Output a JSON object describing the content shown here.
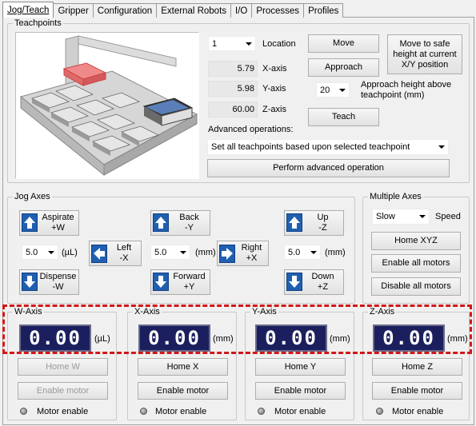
{
  "tabs": [
    "Jog/Teach",
    "Gripper",
    "Configuration",
    "External Robots",
    "I/O",
    "Processes",
    "Profiles"
  ],
  "active_tab": "Jog/Teach",
  "teachpoints": {
    "legend": "Teachpoints",
    "location_value": "1",
    "location_label": "Location",
    "x_value": "5.79",
    "x_label": "X-axis",
    "y_value": "5.98",
    "y_label": "Y-axis",
    "z_value": "60.00",
    "z_label": "Z-axis",
    "move_label": "Move",
    "approach_label": "Approach",
    "teach_label": "Teach",
    "safe_move_label": "Move to safe height at current X/Y position",
    "approach_height_value": "20",
    "approach_height_label": "Approach height above teachpoint (mm)",
    "advanced_label": "Advanced operations:",
    "advanced_selected": "Set all teachpoints based upon selected teachpoint",
    "perform_label": "Perform advanced operation"
  },
  "jog": {
    "legend": "Jog Axes",
    "aspirate": {
      "title": "Aspirate",
      "axis": "+W"
    },
    "dispense": {
      "title": "Dispense",
      "axis": "-W"
    },
    "back": {
      "title": "Back",
      "axis": "-Y"
    },
    "forward": {
      "title": "Forward",
      "axis": "+Y"
    },
    "left": {
      "title": "Left",
      "axis": "-X"
    },
    "right": {
      "title": "Right",
      "axis": "+X"
    },
    "up": {
      "title": "Up",
      "axis": "-Z"
    },
    "down": {
      "title": "Down",
      "axis": "+Z"
    },
    "w_step": "5.0",
    "w_unit": "(µL)",
    "xy_step": "5.0",
    "xy_unit": "(mm)",
    "z_step": "5.0",
    "z_unit": "(mm)"
  },
  "multi": {
    "legend": "Multiple Axes",
    "speed_value": "Slow",
    "speed_label": "Speed",
    "home_xyz": "Home XYZ",
    "enable_all": "Enable all motors",
    "disable_all": "Disable all motors"
  },
  "axes": [
    {
      "legend": "W-Axis",
      "value": "0.00",
      "unit": "(µL)",
      "home": "Home W",
      "enable": "Enable motor",
      "motor": "Motor enable"
    },
    {
      "legend": "X-Axis",
      "value": "0.00",
      "unit": "(mm)",
      "home": "Home X",
      "enable": "Enable motor",
      "motor": "Motor enable"
    },
    {
      "legend": "Y-Axis",
      "value": "0.00",
      "unit": "(mm)",
      "home": "Home Y",
      "enable": "Enable motor",
      "motor": "Motor enable"
    },
    {
      "legend": "Z-Axis",
      "value": "0.00",
      "unit": "(mm)",
      "home": "Home Z",
      "enable": "Enable motor",
      "motor": "Motor enable"
    }
  ],
  "colors": {
    "display_bg": "#1b1f5e",
    "arrow_blue": "#1f5fb0",
    "highlight_red": "#d01818"
  }
}
